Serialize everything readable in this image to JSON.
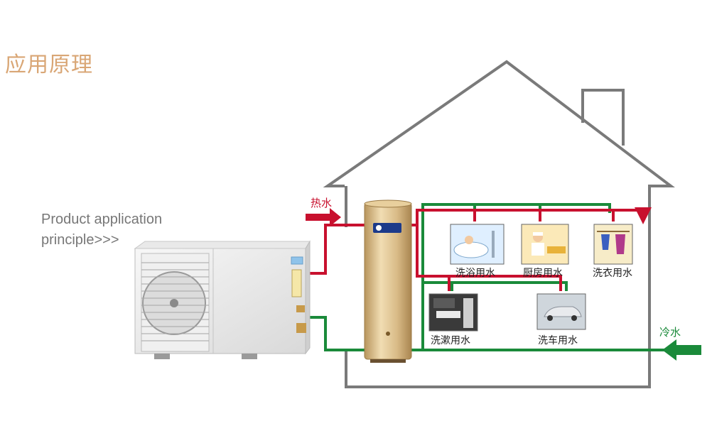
{
  "title": "应用原理",
  "subtitle": {
    "line1": "Product application",
    "line2": "principle>>>"
  },
  "flows": {
    "hot_water": "热水",
    "cold_water": "冷水"
  },
  "uses": {
    "bath": "洗浴用水",
    "kitchen": "厨房用水",
    "laundry": "洗衣用水",
    "wash": "洗漱用水",
    "car": "洗车用水"
  },
  "colors": {
    "hot_pipe": "#c8102e",
    "cold_pipe": "#1a8a3a",
    "house_outline": "#7a7a7a",
    "title": "#d9a675",
    "tank": "#d9bc8a"
  },
  "icons": [
    "heat-pump-unit",
    "water-tank",
    "bath-icon",
    "kitchen-icon",
    "laundry-icon",
    "washbasin-icon",
    "car-wash-icon"
  ]
}
